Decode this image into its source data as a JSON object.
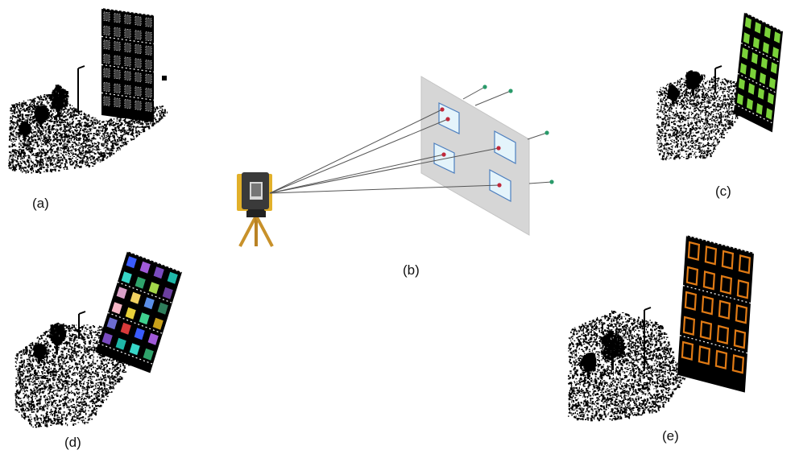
{
  "panels": {
    "a": {
      "label": "(a)"
    },
    "b": {
      "label": "(b)"
    },
    "c": {
      "label": "(c)"
    },
    "d": {
      "label": "(d)"
    },
    "e": {
      "label": "(e)"
    }
  },
  "colors": {
    "point_cloud": "#000000",
    "panel_c_windows": "#7bd23a",
    "panel_e_windows": "#e07a14",
    "panel_d_windows": [
      "#3a5cff",
      "#a05ad8",
      "#7a4bbf",
      "#1fb7a8",
      "#37d6c8",
      "#2fa36b",
      "#a3d64a",
      "#6b3fa0",
      "#d9a0c8",
      "#f0d060",
      "#5b8fe8",
      "#2e7d5b",
      "#f5b6c5",
      "#e8d13a",
      "#3fcf8e",
      "#c9a11a",
      "#6c6cd0",
      "#d83a3a"
    ],
    "plane": "#d6d6d6",
    "window_fill": "#e4f4fb",
    "window_stroke": "#4d7fbf",
    "ray": "#555555",
    "hit_point": "#c0283a",
    "end_point": "#2a9a6a"
  }
}
